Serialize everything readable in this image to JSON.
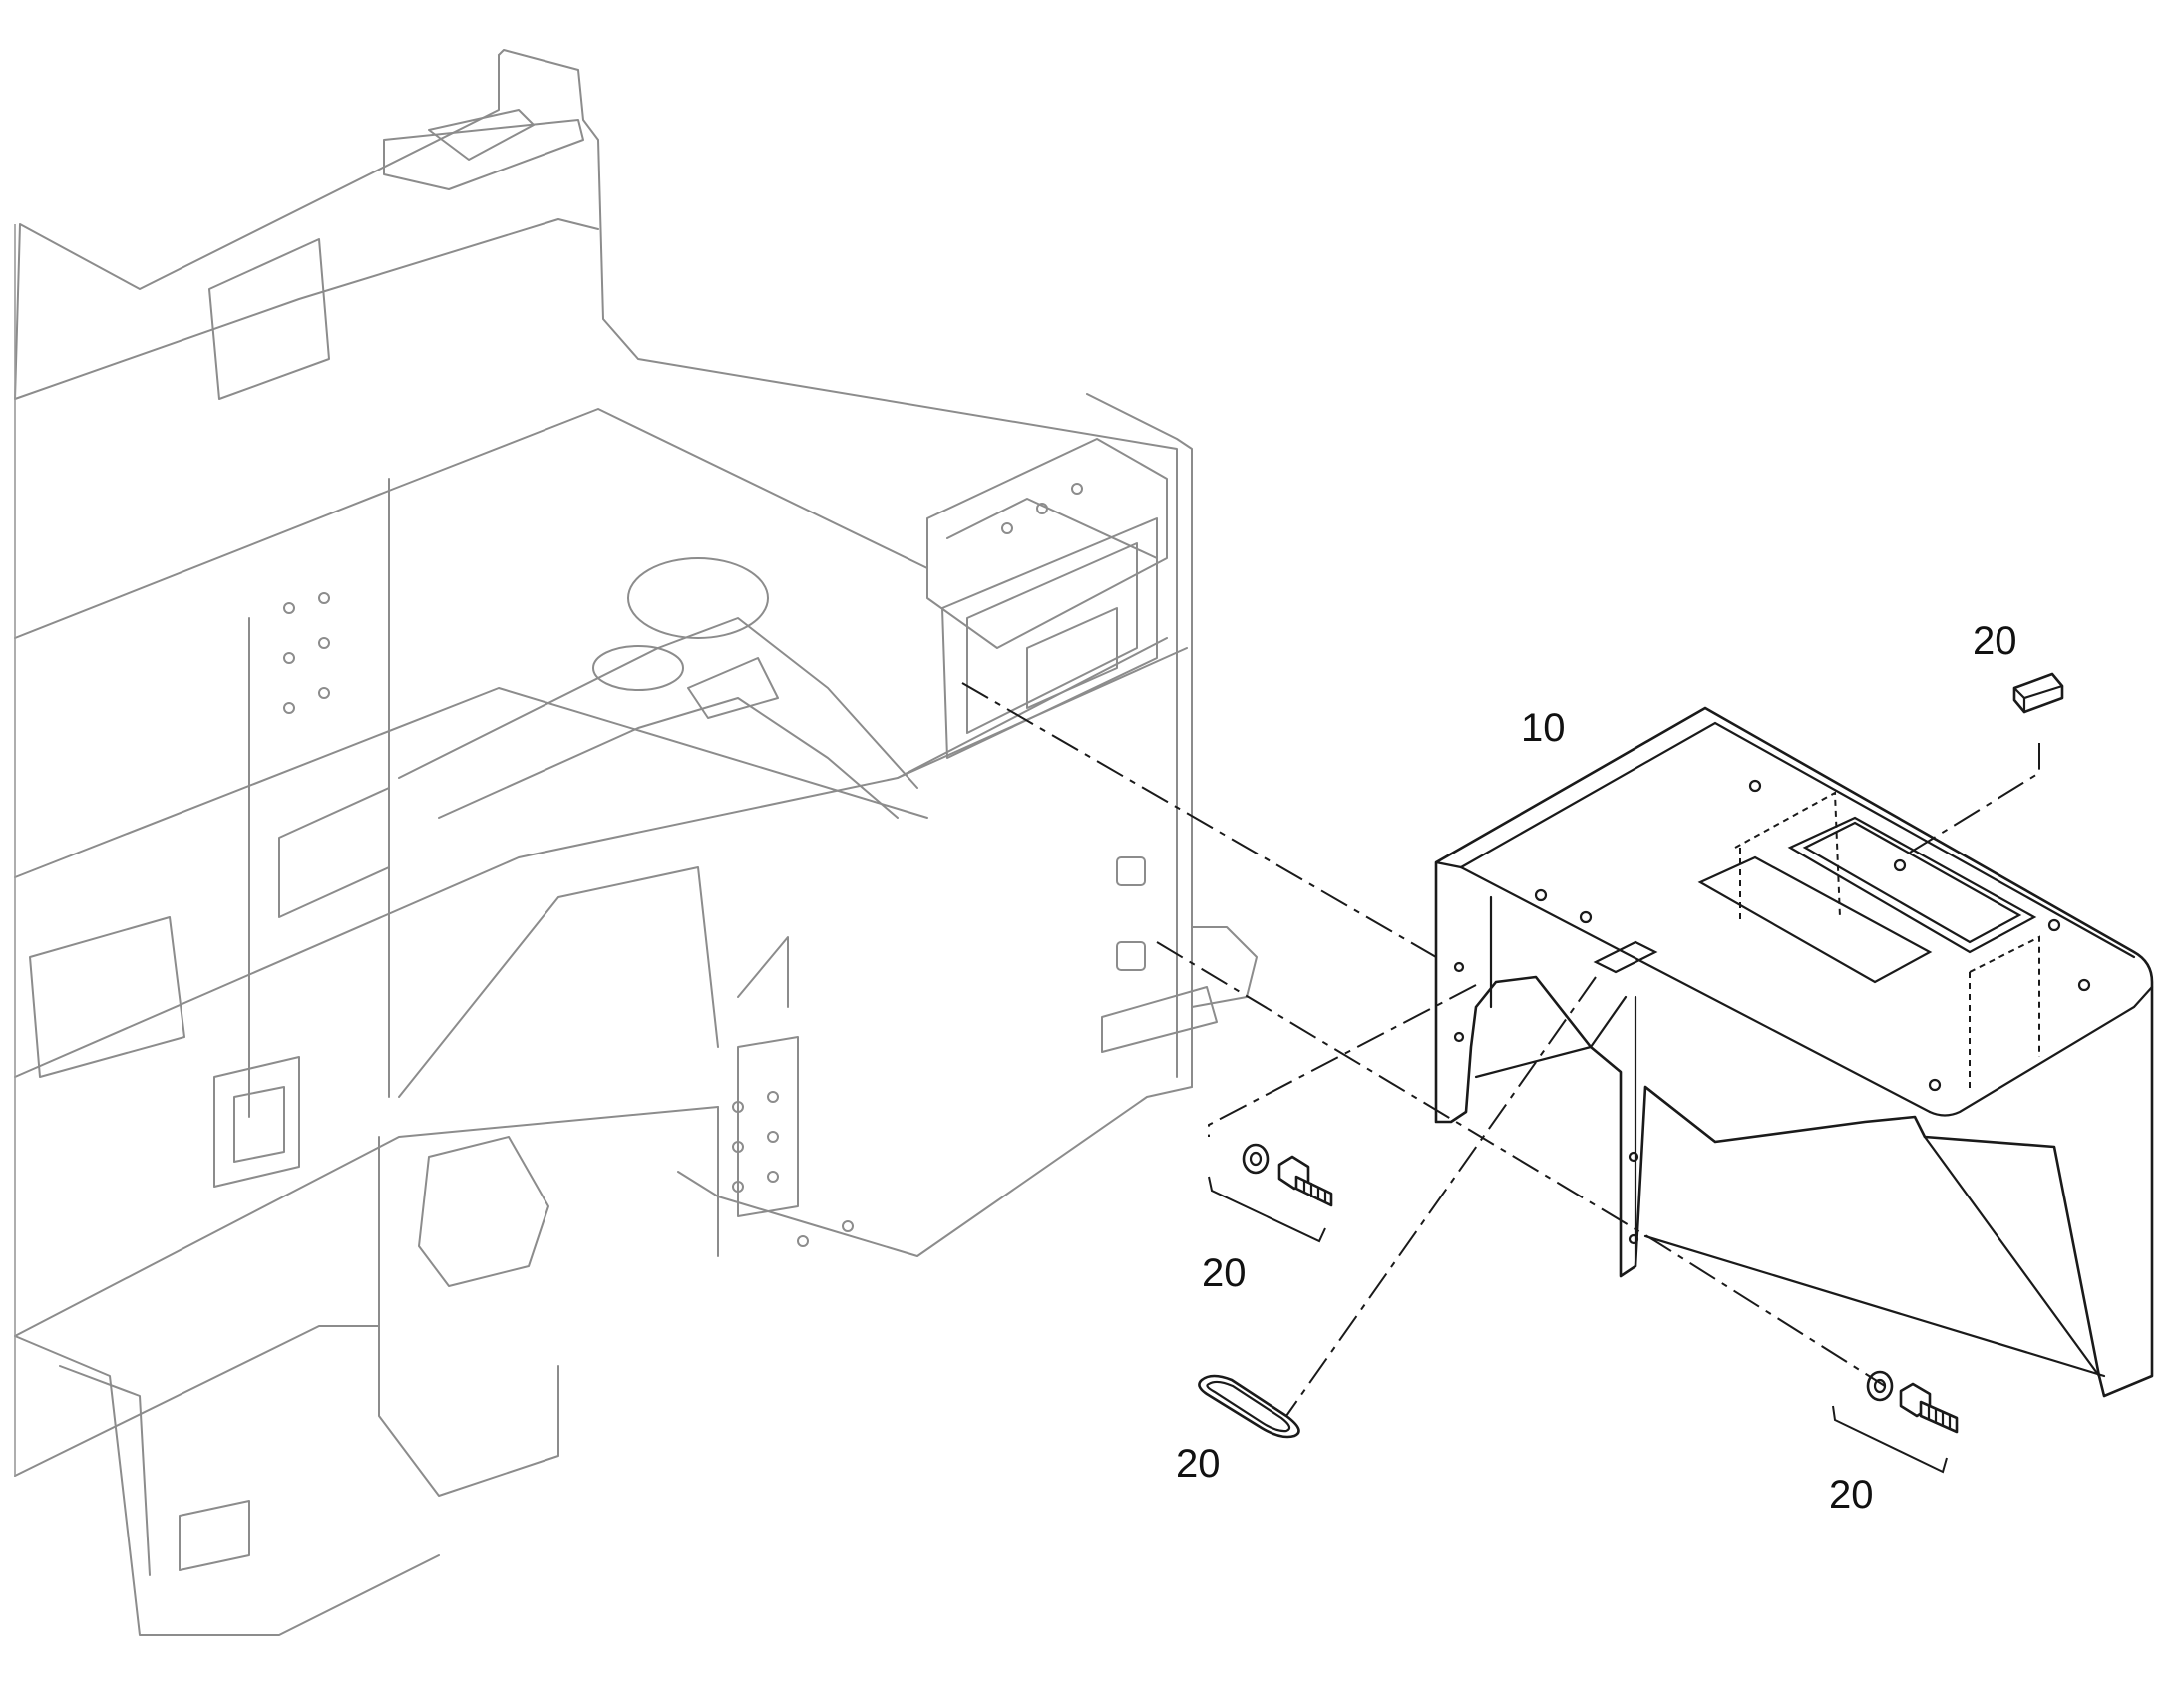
{
  "callouts": {
    "cover": "10",
    "pad": "20",
    "left_bolt_set": "20",
    "seal_ring": "20",
    "right_bolt_set": "20"
  },
  "colors": {
    "frame_outline": "#8c8c8c",
    "part_outline": "#1a1a1a",
    "background": "#ffffff"
  }
}
